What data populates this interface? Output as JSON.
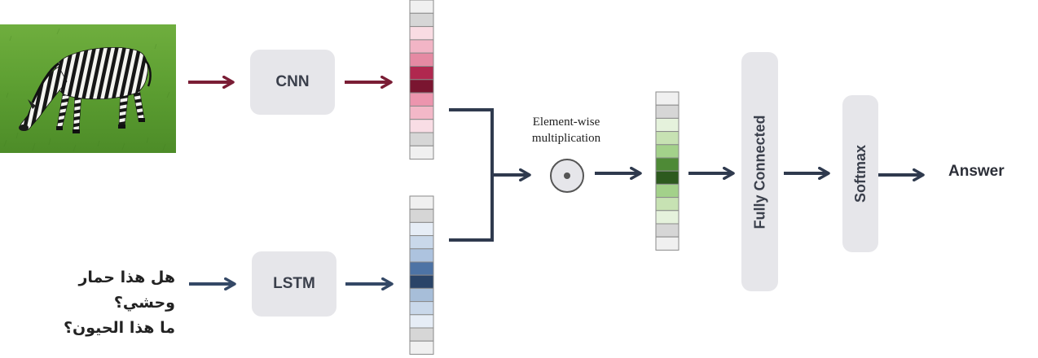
{
  "image": {
    "subject": "zebra grazing on grass"
  },
  "question": {
    "line1": "هل هذا حمار وحشي؟",
    "line2": "ما هذا الحيون؟"
  },
  "nodes": {
    "cnn": "CNN",
    "lstm": "LSTM",
    "fully_connected": "Fully Connected",
    "softmax": "Softmax",
    "answer": "Answer"
  },
  "operation": {
    "caption_line1": "Element-wise",
    "caption_line2": "multiplication"
  },
  "vectors": {
    "image_features": [
      "#f0f0f0",
      "#d6d6d6",
      "#f9dce3",
      "#f2b5c6",
      "#e58aa3",
      "#b0284f",
      "#7a1530",
      "#ec95ae",
      "#f3b8c8",
      "#f9dde5",
      "#d6d6d6",
      "#f0f0f0"
    ],
    "question_features": [
      "#f0f0f0",
      "#d6d6d6",
      "#e6edf6",
      "#c9d8ea",
      "#adc3df",
      "#4d73a5",
      "#2a4468",
      "#a7bed9",
      "#c9d8ea",
      "#e6edf6",
      "#d6d6d6",
      "#f0f0f0"
    ],
    "fused_features": [
      "#f0f0f0",
      "#d6d6d6",
      "#e5f2dc",
      "#c7e2b3",
      "#a3d18a",
      "#4e8a36",
      "#2d5a1e",
      "#a3d18a",
      "#c7e2b3",
      "#e5f2dc",
      "#d6d6d6",
      "#f0f0f0"
    ]
  },
  "colors": {
    "image_branch_arrow": "#7a1d35",
    "question_branch_arrow": "#344866",
    "main_arrow": "#2f3a4e",
    "box_fill": "#e6e6ea"
  }
}
